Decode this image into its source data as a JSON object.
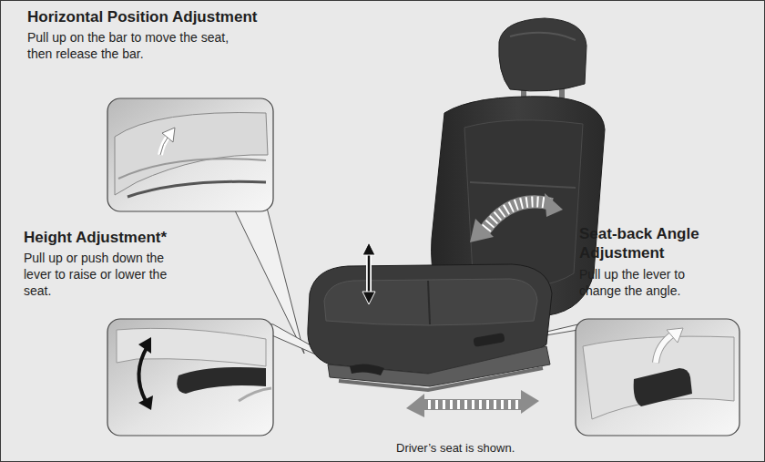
{
  "diagram": {
    "labels": [
      "Horizontal Position Adjustment",
      "Pull up on the bar to move the seat, then release the bar.",
      "Height Adjustment*",
      "Pull up or push down the lever to raise or lower the seat.",
      "Seat-back Angle Adjustment",
      "Pull up the lever to change the angle.",
      "Driver’s seat is shown."
    ]
  }
}
